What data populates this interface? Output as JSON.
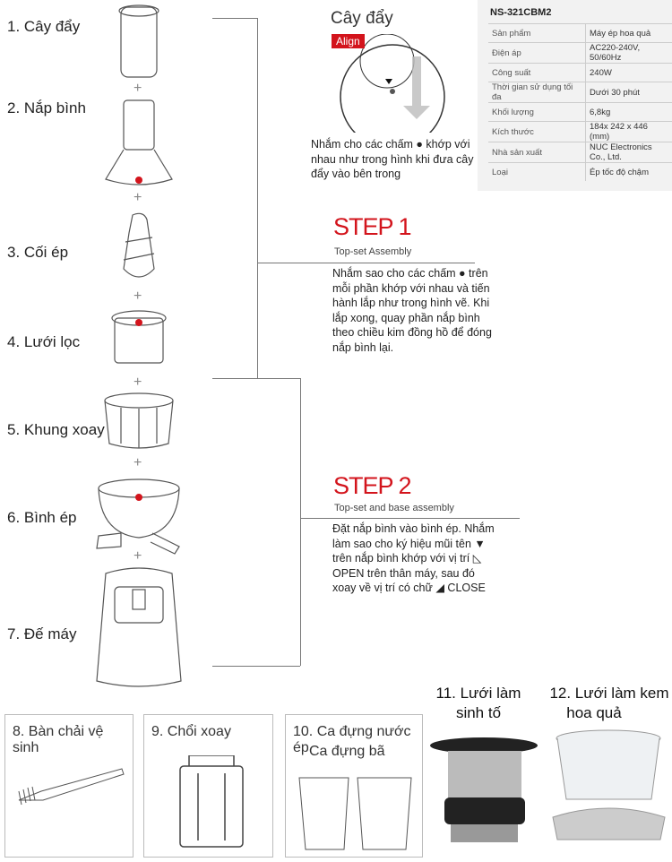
{
  "parts": [
    {
      "label": "1. Cây đẩy"
    },
    {
      "label": "2. Nắp bình"
    },
    {
      "label": "3. Cối ép"
    },
    {
      "label": "4. Lưới lọc"
    },
    {
      "label": "5. Khung xoay"
    },
    {
      "label": "6. Bình ép"
    },
    {
      "label": "7. Đế máy"
    }
  ],
  "plus": "+",
  "pusher": {
    "title": "Cây đẩy",
    "badge": "Align",
    "note": "Nhắm cho các chấm ● khớp với nhau như trong hình khi đưa cây đẩy vào bên trong"
  },
  "spec": {
    "model": "NS-321CBM2",
    "rows": [
      [
        "Sản phẩm",
        "Máy ép hoa quả"
      ],
      [
        "Điện áp",
        "AC220-240V, 50/60Hz"
      ],
      [
        "Công suất",
        "240W"
      ],
      [
        "Thời gian sử dụng tối đa",
        "Dưới 30 phút"
      ],
      [
        "Khối lượng",
        "6,8kg"
      ],
      [
        "Kích thước",
        "184x 242 x 446 (mm)"
      ],
      [
        "Nhà sản xuất",
        "NUC Electronics Co., Ltd."
      ],
      [
        "Loại",
        "Ép tốc độ chậm"
      ]
    ]
  },
  "step1": {
    "title": "STEP 1",
    "subtitle": "Top-set Assembly",
    "text": "Nhắm sao cho các chấm ● trên mỗi phần khớp với nhau và tiến hành lắp như trong hình vẽ. Khi lắp xong, quay phần nắp bình theo chiều kim đồng hồ để đóng nắp bình lại."
  },
  "step2": {
    "title": "STEP 2",
    "subtitle": "Top-set and base assembly",
    "text": "Đặt nắp bình vào bình ép. Nhắm làm sao cho ký hiệu mũi tên ▼ trên nắp bình khớp với vị trí ◺ OPEN trên thân máy, sau đó xoay về vị trí có chữ ◢ CLOSE"
  },
  "accessories": [
    {
      "label": "8. Bàn chải vệ sinh"
    },
    {
      "label": "9. Chổi xoay"
    },
    {
      "label": "10. Ca đựng nước ép",
      "label2": "Ca đựng bã"
    }
  ],
  "extras": [
    {
      "label": "11. Lưới làm",
      "label2": "sinh tố"
    },
    {
      "label": "12. Lưới làm kem",
      "label2": "hoa quả"
    }
  ],
  "colors": {
    "accent": "#d3141c"
  }
}
